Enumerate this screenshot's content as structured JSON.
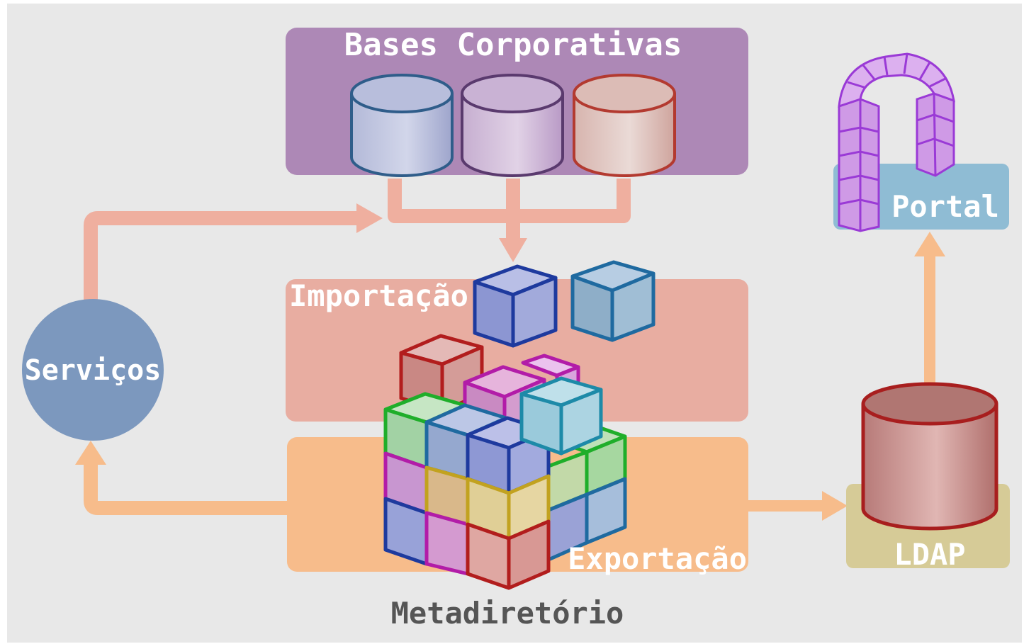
{
  "labels": {
    "bases": "Bases Corporativas",
    "importacao": "Importação",
    "exportacao": "Exportação",
    "servicos": "Serviços",
    "portal": "Portal",
    "ldap": "LDAP",
    "metadiretorio": "Metadiretório"
  },
  "colors": {
    "background": "#e8e8e8",
    "bases_panel": "#ad88b6",
    "importacao_panel": "#e8ada1",
    "exportacao_panel": "#f7bc8b",
    "servicos_circle": "#7c98be",
    "portal_panel": "#8fbcd4",
    "ldap_panel": "#d6cb97",
    "flow_pink": "#efaf9f",
    "flow_orange": "#f7bc8b",
    "cube_blue": "#1e3a9e",
    "cube_steel": "#1f6aa0",
    "cube_red": "#b21d1d",
    "cube_magenta": "#b21ca8",
    "cube_green": "#1fae2a",
    "cube_teal": "#1d8aa8",
    "cube_yellow": "#c2a21f",
    "arch_purple": "#9a3ad6"
  },
  "icons": [
    "database-icon",
    "cube-icon",
    "arch-icon",
    "arrow-icon"
  ]
}
